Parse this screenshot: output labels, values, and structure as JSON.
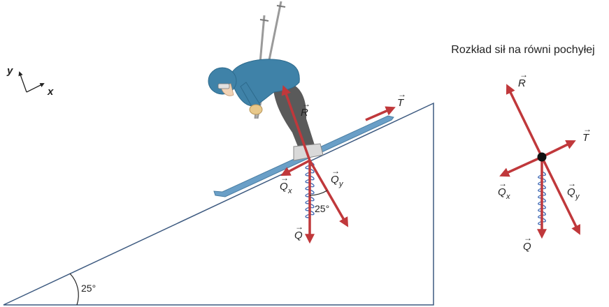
{
  "title": "Rozkład sił na równi pochyłej",
  "axes": {
    "x_label": "x",
    "y_label": "y"
  },
  "incline_angle_label": "25°",
  "force_angle_label": "25°",
  "forces": {
    "R": {
      "symbol": "R",
      "sub": ""
    },
    "T": {
      "symbol": "T",
      "sub": ""
    },
    "Q": {
      "symbol": "Q",
      "sub": ""
    },
    "Qx": {
      "symbol": "Q",
      "sub": "x"
    },
    "Qy": {
      "symbol": "Q",
      "sub": "y"
    }
  },
  "colors": {
    "force_arrow": "#c0383b",
    "incline_line": "#3d5a80",
    "spring": "#4a6fb5",
    "ski": "#6a9fc7",
    "jacket": "#3f82a8",
    "pants": "#5a5a5a",
    "poles": "#9a9a9a"
  }
}
